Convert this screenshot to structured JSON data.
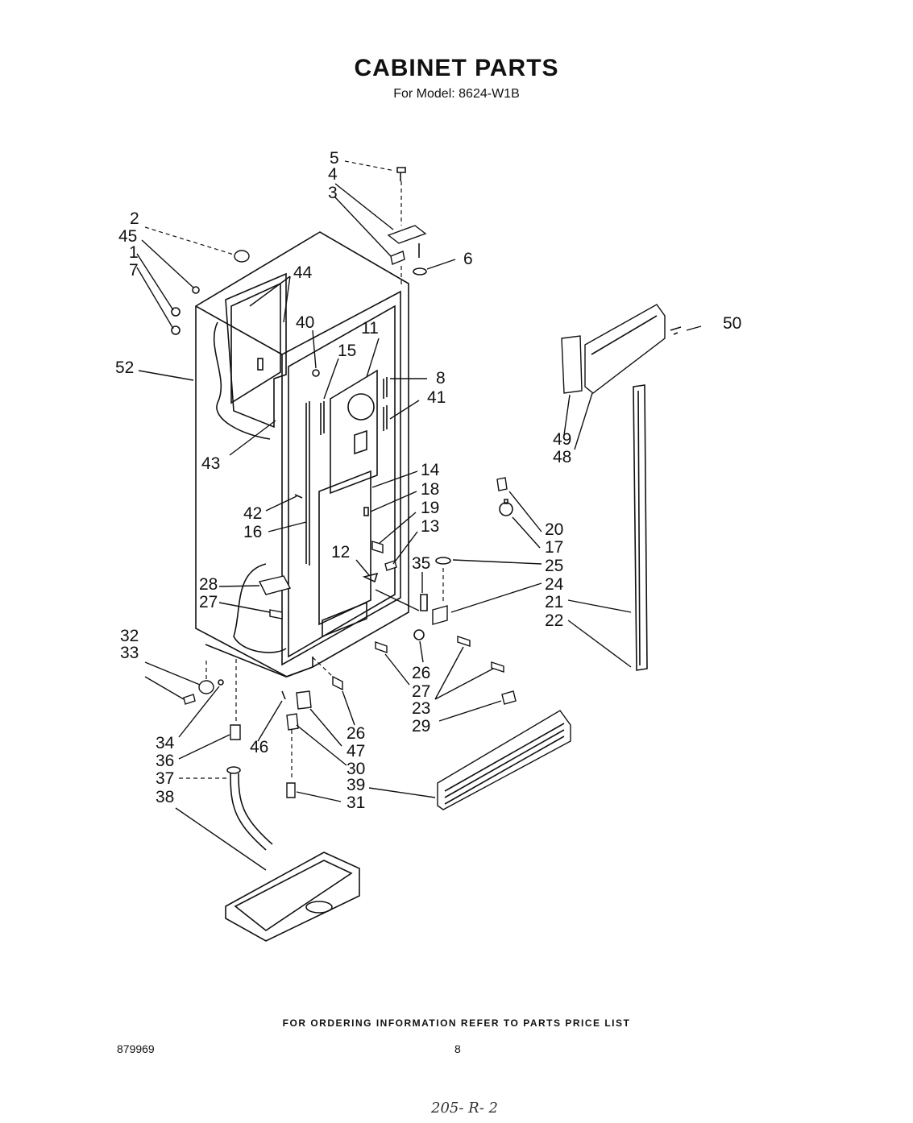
{
  "header": {
    "title": "CABINET PARTS",
    "subtitle": "For Model: 8624-W1B"
  },
  "callouts": {
    "c1": "1",
    "c2": "2",
    "c3": "3",
    "c4": "4",
    "c5": "5",
    "c6": "6",
    "c7": "7",
    "c8": "8",
    "c11": "11",
    "c12": "12",
    "c13": "13",
    "c14": "14",
    "c15": "15",
    "c16": "16",
    "c17": "17",
    "c18": "18",
    "c19": "19",
    "c20": "20",
    "c21": "21",
    "c22": "22",
    "c23": "23",
    "c24": "24",
    "c25": "25",
    "c26a": "26",
    "c26b": "26",
    "c27a": "27",
    "c27b": "27",
    "c28": "28",
    "c29": "29",
    "c30": "30",
    "c31": "31",
    "c32": "32",
    "c33": "33",
    "c34": "34",
    "c35": "35",
    "c36": "36",
    "c37": "37",
    "c38": "38",
    "c39": "39",
    "c40": "40",
    "c41": "41",
    "c42": "42",
    "c43": "43",
    "c44": "44",
    "c45": "45",
    "c46": "46",
    "c47": "47",
    "c48": "48",
    "c49": "49",
    "c50": "50",
    "c52": "52"
  },
  "footer": {
    "ordering_note": "FOR ORDERING INFORMATION REFER TO PARTS PRICE LIST",
    "doc_number": "879969",
    "page_number": "8",
    "handwritten_note": "205- R- 2"
  }
}
